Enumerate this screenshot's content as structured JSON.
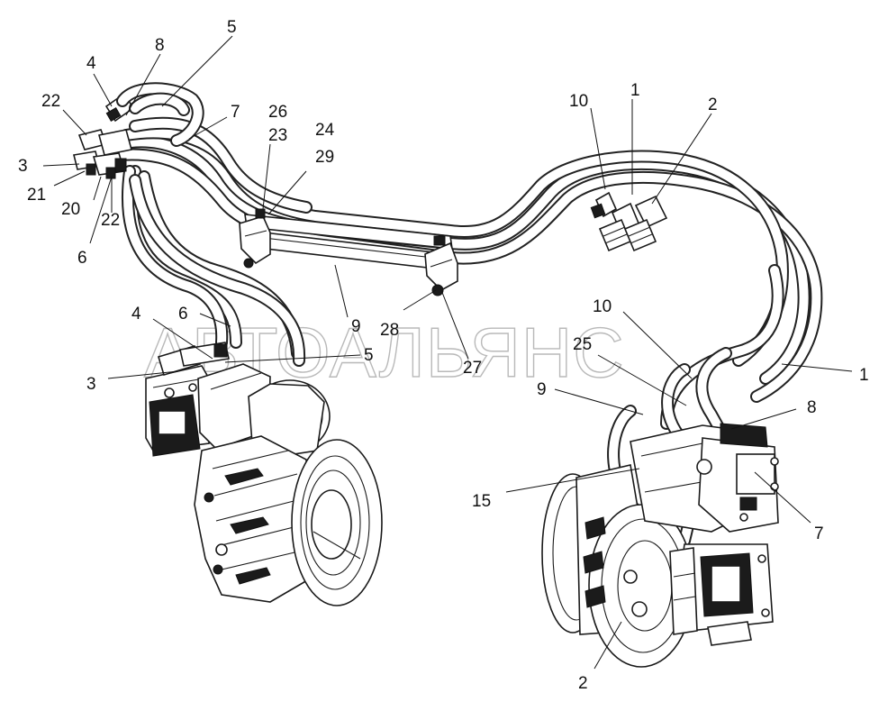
{
  "watermark": "АВТОАЛЬЯНС",
  "callouts": [
    {
      "id": "c-1a",
      "text": "1"
    },
    {
      "id": "c-2a",
      "text": "2"
    },
    {
      "id": "c-10a",
      "text": "10"
    },
    {
      "id": "c-5a",
      "text": "5"
    },
    {
      "id": "c-8a",
      "text": "8"
    },
    {
      "id": "c-4a",
      "text": "4"
    },
    {
      "id": "c-22a",
      "text": "22"
    },
    {
      "id": "c-7a",
      "text": "7"
    },
    {
      "id": "c-26",
      "text": "26"
    },
    {
      "id": "c-23",
      "text": "23"
    },
    {
      "id": "c-24",
      "text": "24"
    },
    {
      "id": "c-29",
      "text": "29"
    },
    {
      "id": "c-3a",
      "text": "3"
    },
    {
      "id": "c-21",
      "text": "21"
    },
    {
      "id": "c-20",
      "text": "20"
    },
    {
      "id": "c-22b",
      "text": "22"
    },
    {
      "id": "c-6a",
      "text": "6"
    },
    {
      "id": "c-4b",
      "text": "4"
    },
    {
      "id": "c-6b",
      "text": "6"
    },
    {
      "id": "c-9a",
      "text": "9"
    },
    {
      "id": "c-28",
      "text": "28"
    },
    {
      "id": "c-27",
      "text": "27"
    },
    {
      "id": "c-5b",
      "text": "5"
    },
    {
      "id": "c-3b",
      "text": "3"
    },
    {
      "id": "c-10b",
      "text": "10"
    },
    {
      "id": "c-25",
      "text": "25"
    },
    {
      "id": "c-1b",
      "text": "1"
    },
    {
      "id": "c-9b",
      "text": "9"
    },
    {
      "id": "c-8b",
      "text": "8"
    },
    {
      "id": "c-15",
      "text": "15"
    },
    {
      "id": "c-7b",
      "text": "7"
    },
    {
      "id": "c-2b",
      "text": "2"
    }
  ]
}
